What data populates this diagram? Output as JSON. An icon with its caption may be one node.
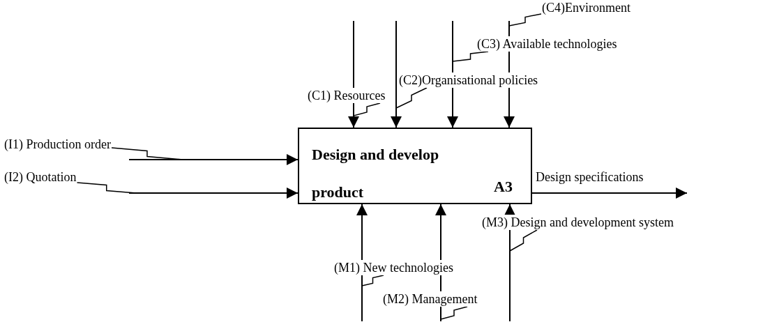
{
  "diagram": {
    "nodes": [
      {
        "text": [
          "Design and develop product",
          "A3"
        ]
      },
      {
        "text": [
          "(I1) Production order"
        ]
      },
      {
        "text": [
          "(I2) Quotation"
        ]
      },
      {
        "text": [
          "(C1) Resources"
        ]
      },
      {
        "text": [
          "(C2)Organisational policies"
        ]
      },
      {
        "text": [
          "(C3) Available technologies"
        ]
      },
      {
        "text": [
          "(C4)Environment"
        ]
      },
      {
        "text": [
          "Design specifications"
        ]
      },
      {
        "text": [
          "(M1) New technologies"
        ]
      },
      {
        "text": [
          "(M2) Management"
        ]
      },
      {
        "text": [
          "(M3) Design and development system"
        ]
      }
    ],
    "edges": [
      {
        "from": null,
        "to": 0,
        "arrow": "to"
      },
      {
        "from": null,
        "to": 0,
        "arrow": "to"
      },
      {
        "from": null,
        "to": 0,
        "arrow": "to"
      },
      {
        "from": null,
        "to": 0,
        "arrow": "to"
      },
      {
        "from": null,
        "to": 0,
        "arrow": "to"
      },
      {
        "from": null,
        "to": 0,
        "arrow": "to"
      },
      {
        "from": null,
        "to": 0,
        "arrow": "to"
      },
      {
        "from": null,
        "to": 0,
        "arrow": "to"
      },
      {
        "from": null,
        "to": 0,
        "arrow": "to"
      },
      {
        "from": 0,
        "to": null,
        "arrow": "to"
      },
      {
        "from": 1,
        "to": null,
        "arrow": "none"
      },
      {
        "from": 2,
        "to": null,
        "arrow": "none"
      },
      {
        "from": 3,
        "to": null,
        "arrow": "none"
      },
      {
        "from": 4,
        "to": null,
        "arrow": "none"
      },
      {
        "from": 5,
        "to": null,
        "arrow": "none"
      },
      {
        "from": 6,
        "to": null,
        "arrow": "none"
      },
      {
        "from": 8,
        "to": null,
        "arrow": "none"
      },
      {
        "from": 9,
        "to": null,
        "arrow": "none"
      },
      {
        "from": 10,
        "to": null,
        "arrow": "none"
      }
    ]
  }
}
